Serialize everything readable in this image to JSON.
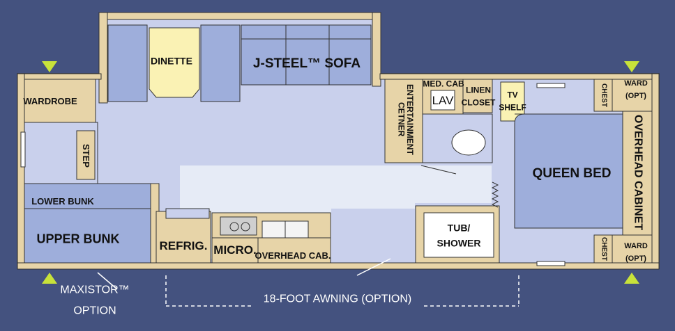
{
  "plan": {
    "rooms": {
      "dinette": "DINETTE",
      "sofa": "J-STEEL™ SOFA",
      "wardrobe": "WARDROBE",
      "step": "STEP",
      "lower_bunk": "LOWER BUNK",
      "upper_bunk": "UPPER BUNK",
      "refrigerator": "REFRIG.",
      "microwave": "MICRO.",
      "overhead_cab": "OVERHEAD CAB.",
      "entertainment_center": "ENTERTAINMENT CETNER",
      "med_cab": "MED. CAB",
      "lav": "LAV",
      "linen_closet_1": "LINEN",
      "linen_closet_2": "CLOSET",
      "tv_shelf_1": "TV",
      "tv_shelf_2": "SHELF",
      "queen_bed": "QUEEN BED",
      "tub_shower_1": "TUB/",
      "tub_shower_2": "SHOWER",
      "chest_top": "CHEST",
      "chest_bottom": "CHEST",
      "ward_top_1": "WARD",
      "ward_top_2": "(OPT)",
      "ward_bottom_1": "WARD",
      "ward_bottom_2": "(OPT)",
      "overhead_cabinet": "OVERHEAD CABINET"
    },
    "external": {
      "maxistor_1": "MAXISTOR™",
      "maxistor_2": "OPTION",
      "awning": "18-FOOT AWNING (OPTION)"
    },
    "colors": {
      "background": "#44527f",
      "floor": "#c9d0ec",
      "walkway": "#e6ebf6",
      "cabinet": "#e7d4a8",
      "seat": "#9eaedb",
      "dinette_table": "#faf2b4",
      "marker": "#c8e23a"
    }
  }
}
